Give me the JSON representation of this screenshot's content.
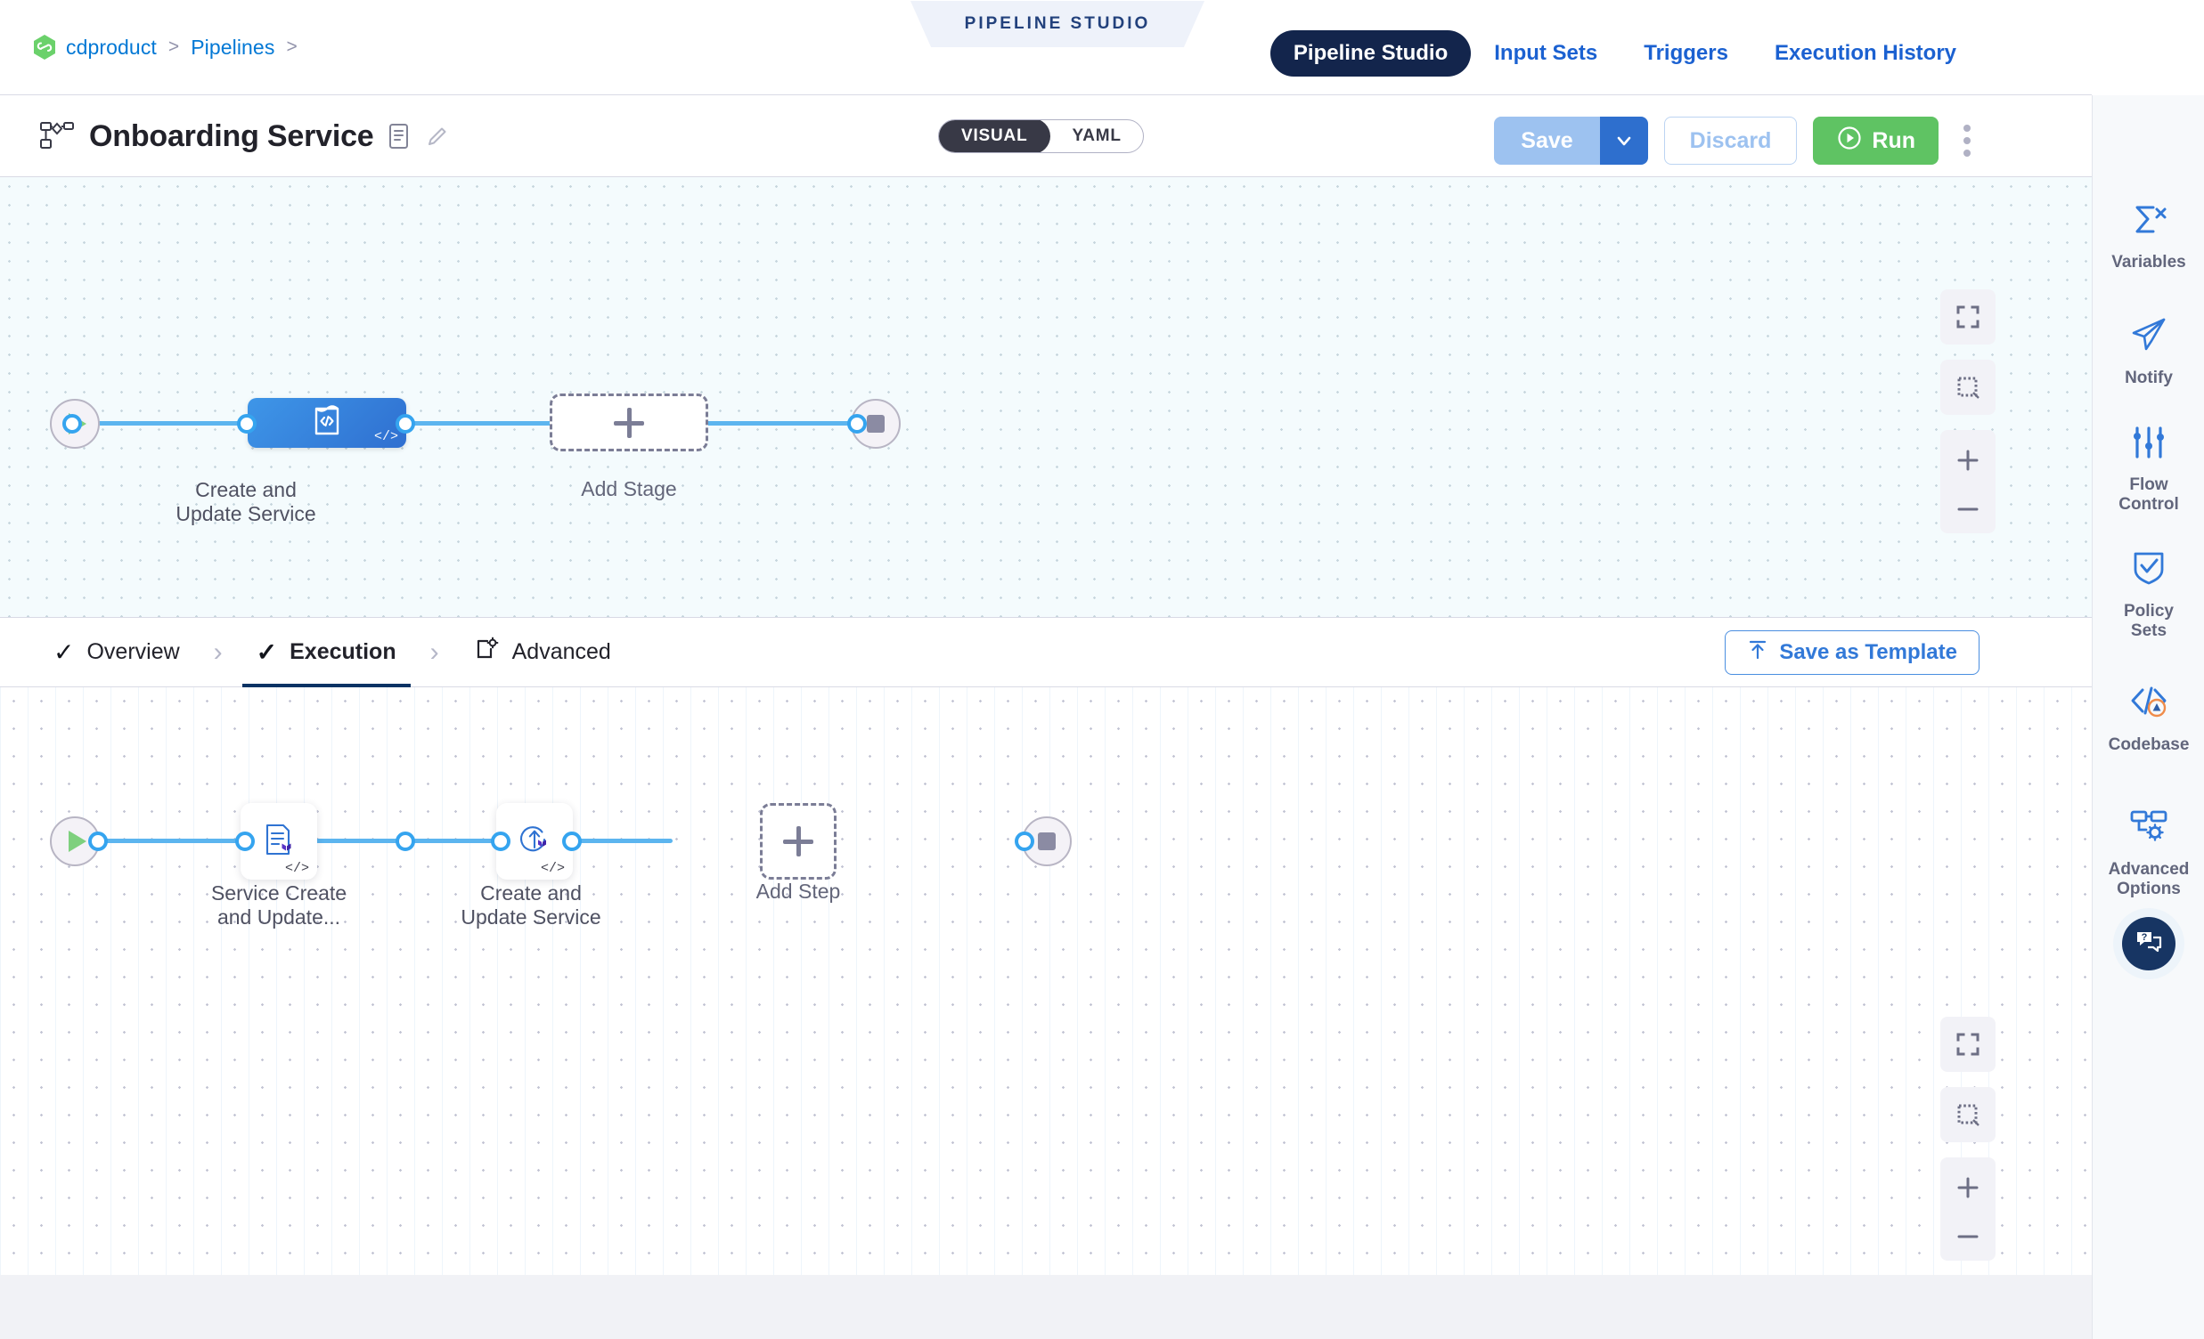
{
  "breadcrumb": {
    "org_icon": "harness-hexagon-icon",
    "items": [
      "cdproduct",
      "Pipelines"
    ],
    "separator": ">"
  },
  "studio_tag": {
    "label": "PIPELINE STUDIO"
  },
  "topnav": {
    "items": [
      {
        "label": "Pipeline Studio",
        "active": true
      },
      {
        "label": "Input Sets",
        "active": false
      },
      {
        "label": "Triggers",
        "active": false
      },
      {
        "label": "Execution History",
        "active": false
      }
    ],
    "active_bg": "#13254c",
    "link_color": "#1b61d1"
  },
  "title_bar": {
    "pipeline_icon": "pipeline-graph-icon",
    "title": "Onboarding Service",
    "description_icon": "description-icon",
    "edit_icon": "pencil-edit-icon",
    "mode_toggle": {
      "options": [
        "VISUAL",
        "YAML"
      ],
      "selected": "VISUAL"
    },
    "save_label": "Save",
    "save_caret_icon": "chevron-down-icon",
    "discard_label": "Discard",
    "run_label": "Run",
    "run_icon": "play-circle-icon",
    "more_icon": "kebab-menu-icon",
    "save_color": "#9dc2f0",
    "save_caret_color": "#2e6fce",
    "run_color": "#5fc363"
  },
  "stage_canvas": {
    "start_node": {
      "name": "pipeline-start",
      "icon": "play-triangle-icon"
    },
    "end_node": {
      "name": "pipeline-end",
      "icon": "stop-square-icon"
    },
    "stages": [
      {
        "label": "Create and\nUpdate Service",
        "line1": "Create and",
        "line2": "Update Service",
        "icon": "custom-stage-template-icon",
        "badge": "</>",
        "selected": true
      }
    ],
    "add_stage": {
      "label": "Add Stage",
      "icon": "plus-icon"
    },
    "controls": [
      {
        "name": "fit-to-screen-button",
        "icon": "fit-screen-icon"
      },
      {
        "name": "selection-box-button",
        "icon": "marquee-select-icon"
      },
      {
        "name": "zoom-in-button",
        "icon": "plus-icon"
      },
      {
        "name": "zoom-out-button",
        "icon": "minus-icon"
      }
    ]
  },
  "tab_strip": {
    "tabs": [
      {
        "label": "Overview",
        "icon": "check-icon",
        "active": false
      },
      {
        "label": "Execution",
        "icon": "check-icon",
        "active": true
      },
      {
        "label": "Advanced",
        "icon": "advanced-gear-icon",
        "active": false
      }
    ],
    "arrow": "›",
    "save_as_template": {
      "label": "Save as Template",
      "icon": "upload-template-icon"
    }
  },
  "step_canvas": {
    "start_node": {
      "name": "execution-start",
      "icon": "play-triangle-icon"
    },
    "end_node": {
      "name": "execution-end",
      "icon": "stop-square-icon"
    },
    "steps": [
      {
        "line1": "Service Create",
        "line2": "and Update...",
        "icon": "terraform-plan-icon",
        "badge": "</>"
      },
      {
        "line1": "Create and",
        "line2": "Update Service",
        "icon": "terraform-apply-icon",
        "badge": "</>"
      }
    ],
    "add_step": {
      "label": "Add Step",
      "icon": "plus-icon"
    },
    "controls": [
      {
        "name": "fit-to-screen-button",
        "icon": "fit-screen-icon"
      },
      {
        "name": "selection-box-button",
        "icon": "marquee-select-icon"
      },
      {
        "name": "zoom-in-button",
        "icon": "plus-icon"
      },
      {
        "name": "zoom-out-button",
        "icon": "minus-icon"
      }
    ]
  },
  "rail": {
    "items": [
      {
        "label": "Variables",
        "icon": "sigma-variables-icon",
        "badge": null
      },
      {
        "label": "Notify",
        "icon": "paper-plane-icon",
        "badge": null
      },
      {
        "label": "Flow\nControl",
        "line1": "Flow",
        "line2": "Control",
        "icon": "sliders-icon",
        "badge": null
      },
      {
        "label": "Policy\nSets",
        "line1": "Policy",
        "line2": "Sets",
        "icon": "shield-check-icon",
        "badge": null
      },
      {
        "label": "Codebase",
        "icon": "codebase-icon",
        "badge": "warning"
      },
      {
        "label": "Advanced\nOptions",
        "line1": "Advanced",
        "line2": "Options",
        "icon": "advanced-options-icon",
        "badge": null
      }
    ],
    "help": {
      "name": "help-chat-button",
      "icon": "help-chat-icon"
    },
    "icon_color": "#3279d8",
    "label_color": "#62667c"
  }
}
